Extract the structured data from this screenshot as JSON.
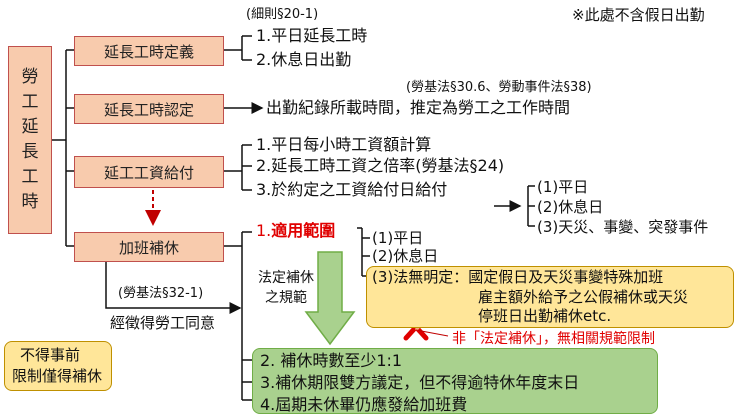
{
  "header": {
    "rule_ref": "(細則§20-1)",
    "note": "※此處不含假日出勤"
  },
  "root": {
    "chars": [
      "勞",
      "工",
      "延",
      "長",
      "工",
      "時"
    ]
  },
  "nodes": {
    "definition": "延長工時定義",
    "recognition": "延長工時認定",
    "payment": "延工工資給付",
    "comp_leave": "加班補休"
  },
  "definition_items": [
    "1.平日延長工時",
    "2.休息日出勤"
  ],
  "recognition": {
    "ref": "(勞基法§30.6、勞動事件法§38)",
    "text": "出勤紀錄所載時間，推定為勞工之工作時間"
  },
  "payment_items": [
    "1.平日每小時工資額計算",
    "2.延長工時工資之倍率(勞基法§24)",
    "3.於約定之工資給付日給付"
  ],
  "rate_items": [
    "(1)平日",
    "(2)休息日",
    "(3)天災、事變、突發事件"
  ],
  "comp_leave": {
    "ref": "(勞基法§32-1)",
    "consent": "經徵得勞工同意",
    "scope_prefix": "1.",
    "scope_label": "適用範圍",
    "scope_items": [
      "(1)平日",
      "(2)休息日"
    ],
    "scope_item3_prefix": "(3)",
    "scope_item3_lines": [
      "法無明定：國定假日及天災事變特殊加班",
      "雇主額外給予之公假補休或天災",
      "停班日出勤補休etc."
    ],
    "not_statutory": "非「法定補休」，無相關規範限制",
    "arrow_label": [
      "法定補休",
      "之規範"
    ],
    "rules": [
      "2. 補休時數至少1:1",
      "3.補休期限雙方議定，但不得逾特休年度末日",
      "4.屆期未休畢仍應發給加班費"
    ]
  },
  "callout": [
    "不得事前",
    "限制僅得補休"
  ],
  "colors": {
    "box_fill": "#f8cbad",
    "box_border": "#c0504d",
    "yellow": "#ffe699",
    "green": "#a9d18e",
    "red": "#e00000"
  }
}
